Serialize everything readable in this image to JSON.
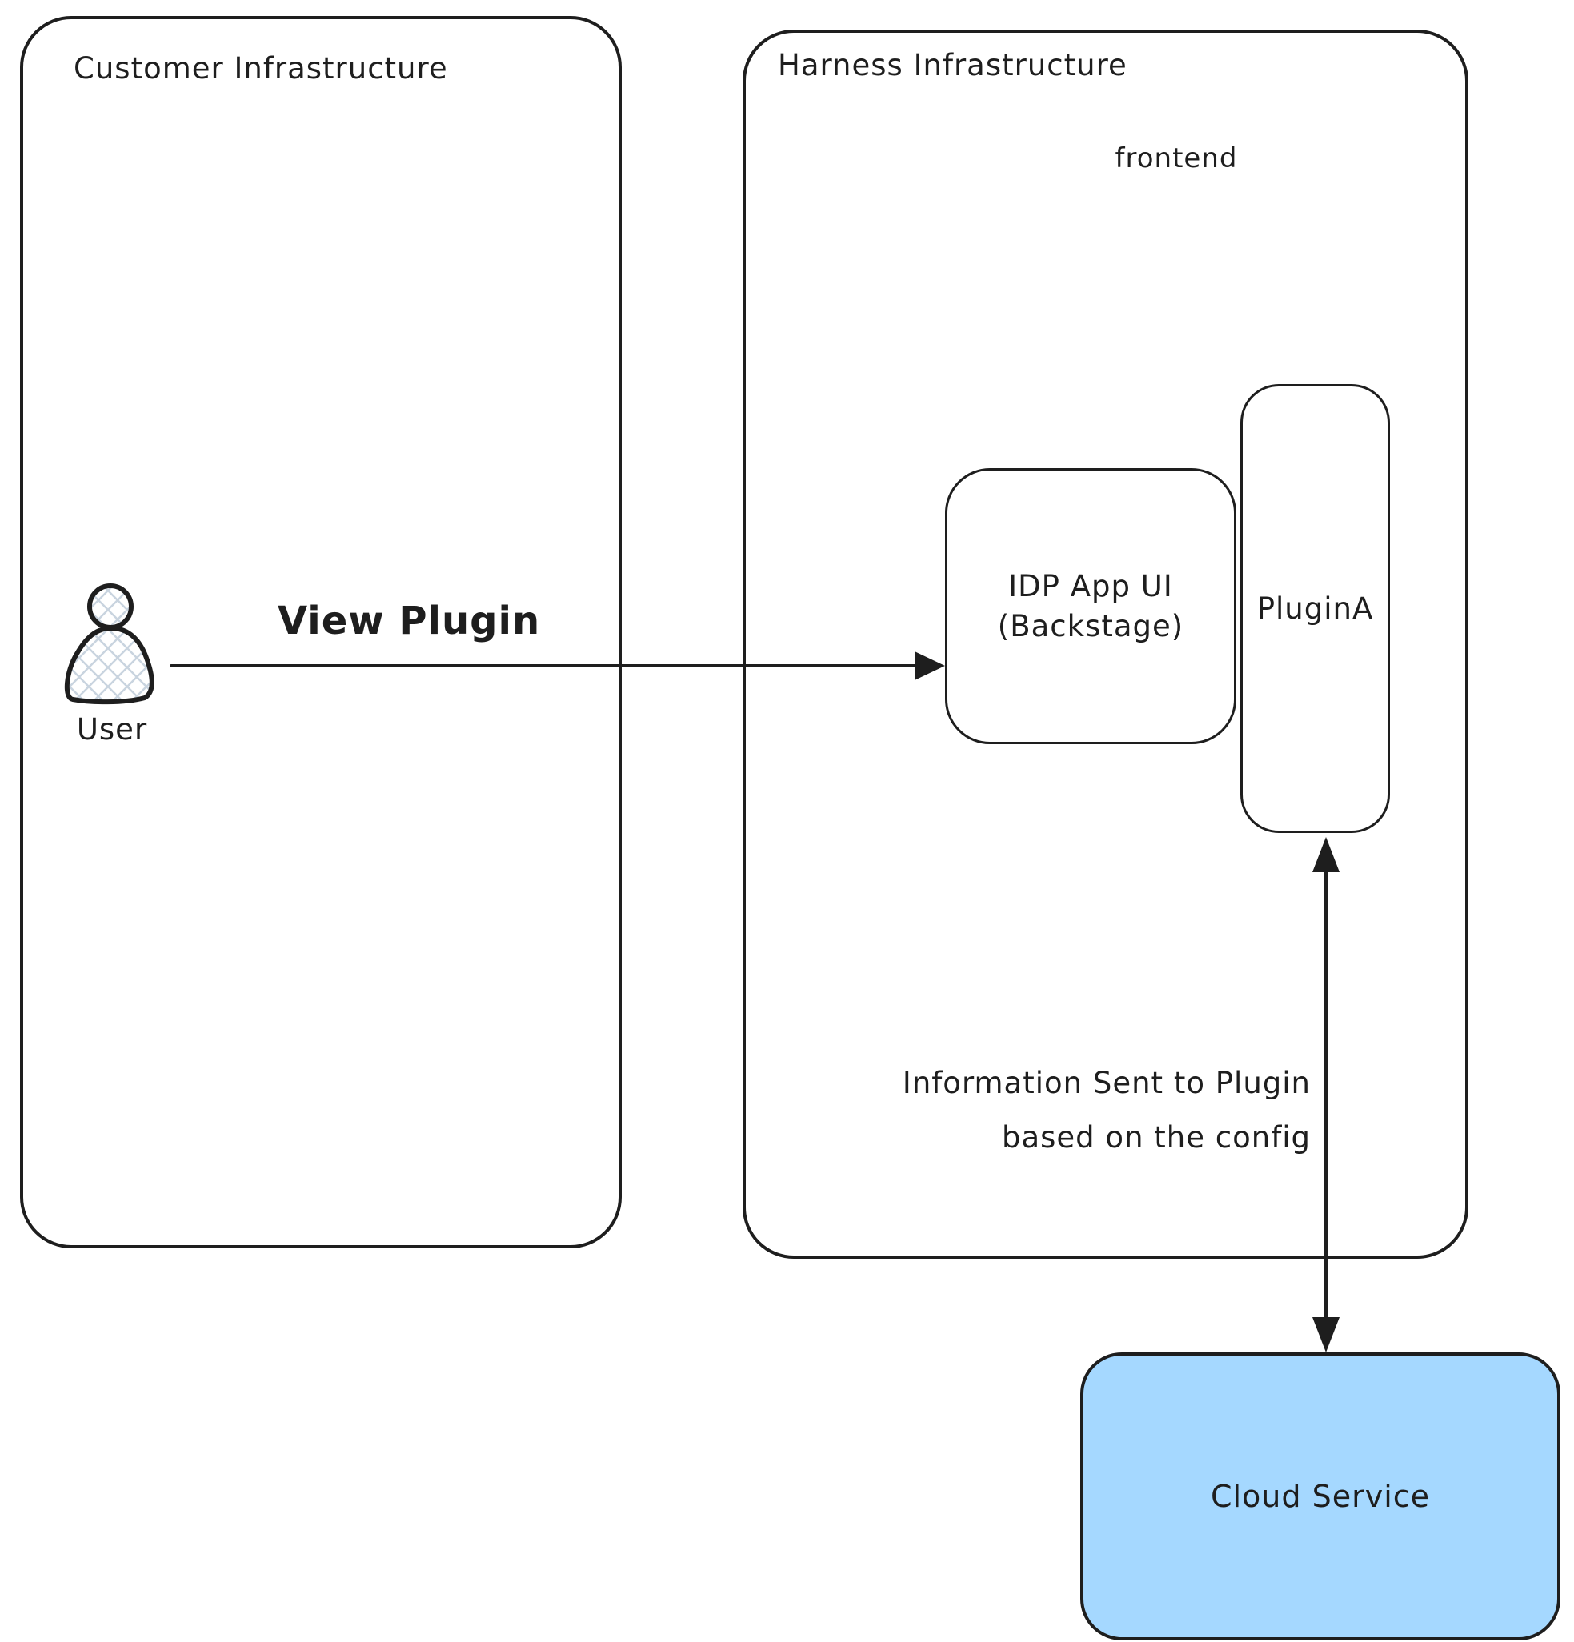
{
  "diagram": {
    "containers": {
      "customer": {
        "title": "Customer Infrastructure"
      },
      "harness": {
        "title": "Harness Infrastructure",
        "region_label": "frontend"
      }
    },
    "nodes": {
      "user": {
        "label": "User"
      },
      "idp_app_ui": {
        "label_line1": "IDP App UI",
        "label_line2": "(Backstage)"
      },
      "plugin_a": {
        "label": "PluginA"
      },
      "cloud_service": {
        "label": "Cloud Service"
      }
    },
    "edges": {
      "user_to_idp": {
        "label": "View Plugin",
        "direction": "right"
      },
      "cloud_to_plugin": {
        "label_line1": "Information Sent to Plugin",
        "label_line2": "based on the config",
        "direction": "both"
      }
    },
    "colors": {
      "stroke": "#1e1e1e",
      "cloud_fill": "#a5d8ff",
      "hatch": "#c9d4df",
      "background": "#ffffff"
    }
  }
}
